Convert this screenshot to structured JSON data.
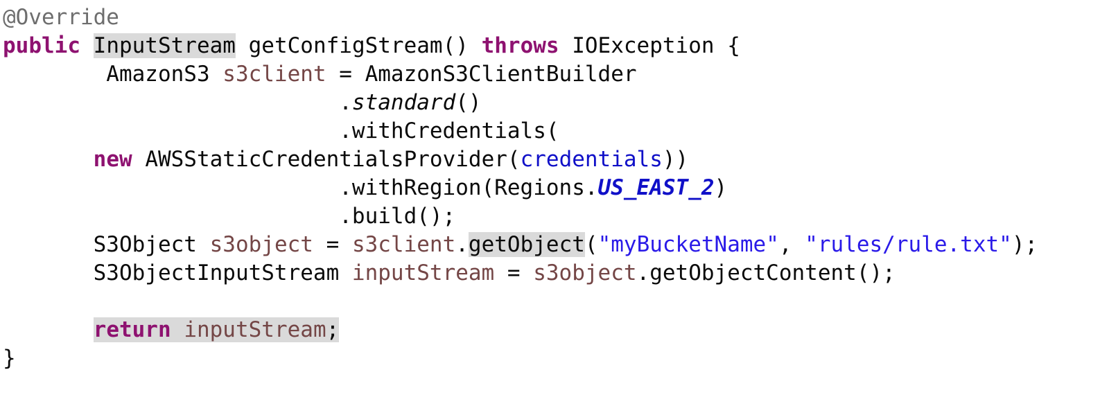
{
  "editor": {
    "language": "java",
    "background": "#ffffff",
    "colors": {
      "plain_text": "#0a0a0a",
      "annotation": "#6e6e6e",
      "keyword": "#8e1270",
      "local_variable": "#744646",
      "field": "#1010c8",
      "constant": "#1010c8",
      "string": "#2a1ae8",
      "occurrence_highlight_bg": "#dadada"
    },
    "code_lines": [
      {
        "segments": [
          {
            "text": "@Override",
            "style": "annotation"
          }
        ]
      },
      {
        "segments": [
          {
            "text": "public",
            "style": "keyword"
          },
          {
            "text": " "
          },
          {
            "text": "InputStream",
            "highlight": true
          },
          {
            "text": " getConfigStream() "
          },
          {
            "text": "throws",
            "style": "keyword"
          },
          {
            "text": " IOException {"
          }
        ]
      },
      {
        "segments": [
          {
            "text": "        AmazonS3 "
          },
          {
            "text": "s3client",
            "style": "local-variable"
          },
          {
            "text": " = AmazonS3ClientBuilder"
          }
        ]
      },
      {
        "segments": [
          {
            "text": "                          ."
          },
          {
            "text": "standard",
            "style": "static-method"
          },
          {
            "text": "()"
          }
        ]
      },
      {
        "segments": [
          {
            "text": "                          .withCredentials("
          }
        ]
      },
      {
        "segments": [
          {
            "text": "       "
          },
          {
            "text": "new",
            "style": "keyword"
          },
          {
            "text": " AWSStaticCredentialsProvider("
          },
          {
            "text": "credentials",
            "style": "field"
          },
          {
            "text": "))"
          }
        ]
      },
      {
        "segments": [
          {
            "text": "                          .withRegion(Regions."
          },
          {
            "text": "US_EAST_2",
            "style": "constant"
          },
          {
            "text": ")"
          }
        ]
      },
      {
        "segments": [
          {
            "text": "                          .build();"
          }
        ]
      },
      {
        "segments": [
          {
            "text": "       S3Object "
          },
          {
            "text": "s3object",
            "style": "local-variable"
          },
          {
            "text": " = "
          },
          {
            "text": "s3client",
            "style": "local-variable"
          },
          {
            "text": "."
          },
          {
            "text": "getObject",
            "highlight": true
          },
          {
            "text": "("
          },
          {
            "text": "\"myBucketName\"",
            "style": "string"
          },
          {
            "text": ", "
          },
          {
            "text": "\"rules/rule.txt\"",
            "style": "string"
          },
          {
            "text": ");"
          }
        ]
      },
      {
        "segments": [
          {
            "text": "       S3ObjectInputStream "
          },
          {
            "text": "inputStream",
            "style": "local-variable"
          },
          {
            "text": " = "
          },
          {
            "text": "s3object",
            "style": "local-variable"
          },
          {
            "text": ".getObjectContent();"
          }
        ]
      },
      {
        "segments": [
          {
            "text": ""
          }
        ]
      },
      {
        "segments": [
          {
            "text": "       "
          },
          {
            "text": "return",
            "style": "keyword",
            "highlight": true
          },
          {
            "text": " ",
            "highlight": true
          },
          {
            "text": "inputStream",
            "style": "local-variable",
            "highlight": true
          },
          {
            "text": ";",
            "highlight": true
          }
        ]
      },
      {
        "segments": [
          {
            "text": "}"
          }
        ]
      }
    ]
  }
}
